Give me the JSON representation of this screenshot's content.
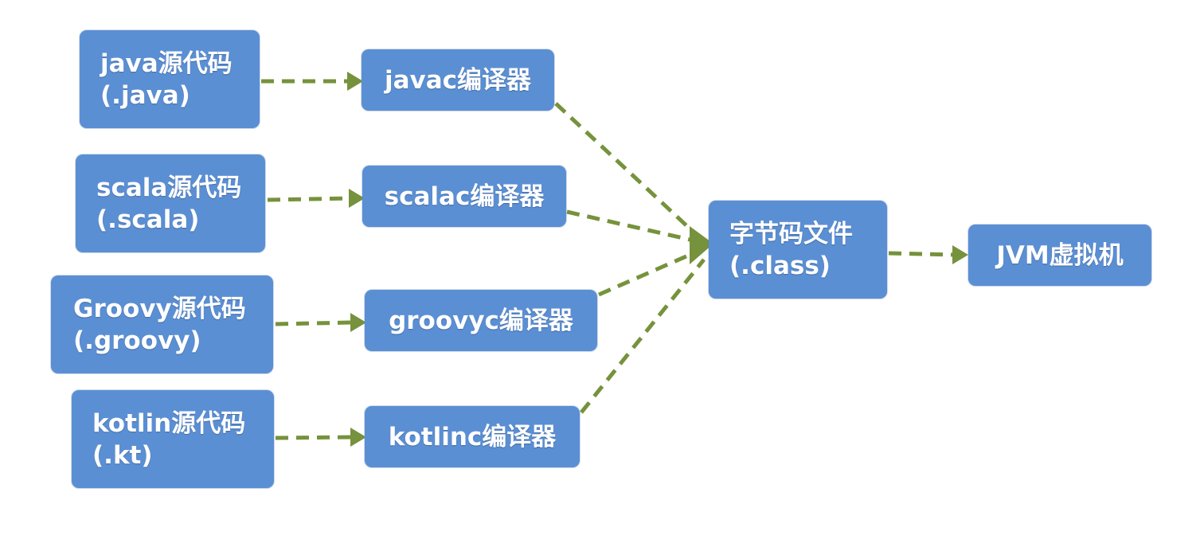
{
  "colors": {
    "node_fill": "#5b8fd4",
    "node_text": "#ffffff",
    "edge": "#76923c",
    "background": "#ffffff"
  },
  "sources": [
    {
      "line1": "java源代码",
      "line2": "(.java)"
    },
    {
      "line1": "scala源代码",
      "line2": "(.scala)"
    },
    {
      "line1": "Groovy源代码",
      "line2": "(.groovy)"
    },
    {
      "line1": "kotlin源代码",
      "line2": "(.kt)"
    }
  ],
  "compilers": [
    {
      "label": "javac编译器"
    },
    {
      "label": "scalac编译器"
    },
    {
      "label": "groovyc编译器"
    },
    {
      "label": "kotlinc编译器"
    }
  ],
  "bytecode": {
    "line1": "字节码文件",
    "line2": "(.class)"
  },
  "runtime": {
    "label": "JVM虚拟机"
  }
}
